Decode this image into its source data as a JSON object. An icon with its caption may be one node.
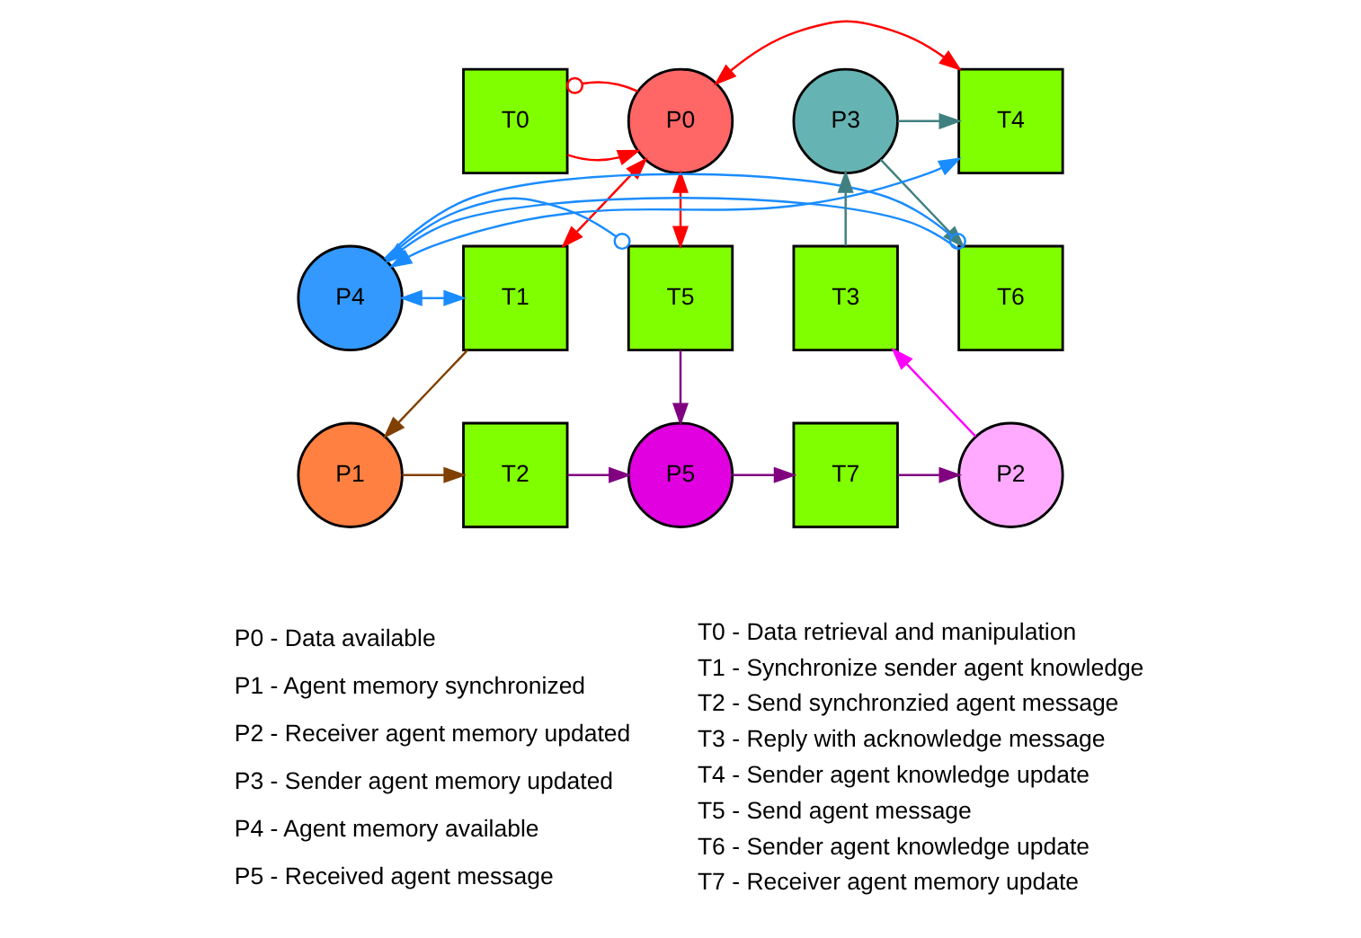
{
  "diagram": {
    "nodes": [
      {
        "text": [
          "T0"
        ]
      },
      {
        "text": [
          "P0"
        ]
      },
      {
        "text": [
          "T4"
        ]
      },
      {
        "text": [
          "P3"
        ]
      },
      {
        "text": [
          "P4"
        ]
      },
      {
        "text": [
          "T1"
        ]
      },
      {
        "text": [
          "T5"
        ]
      },
      {
        "text": [
          "T6"
        ]
      },
      {
        "text": [
          "T3"
        ]
      },
      {
        "text": [
          "P1"
        ]
      },
      {
        "text": [
          "T2"
        ]
      },
      {
        "text": [
          "P5"
        ]
      },
      {
        "text": [
          "T7"
        ]
      },
      {
        "text": [
          "P2"
        ]
      }
    ],
    "edges": [
      {
        "from": 0,
        "to": 1,
        "arrow": "to",
        "color": "#ff0000"
      },
      {
        "from": 1,
        "to": 0,
        "arrow": "other",
        "color": "#ff0000"
      },
      {
        "from": 1,
        "to": 2,
        "arrow": "both",
        "color": "#ff0000"
      },
      {
        "from": 1,
        "to": 6,
        "arrow": "both",
        "color": "#ff0000"
      },
      {
        "from": 1,
        "to": 5,
        "arrow": "both",
        "color": "#ff0000"
      },
      {
        "from": 3,
        "to": 2,
        "arrow": "to",
        "color": "#408080"
      },
      {
        "from": 3,
        "to": 7,
        "arrow": "to",
        "color": "#408080"
      },
      {
        "from": 8,
        "to": 3,
        "arrow": "to",
        "color": "#408080"
      },
      {
        "from": 4,
        "to": 5,
        "arrow": "both",
        "color": "#1a8cff"
      },
      {
        "from": 4,
        "to": 6,
        "arrow": "other",
        "color": "#1a8cff"
      },
      {
        "from": 4,
        "to": 2,
        "arrow": "both",
        "color": "#1a8cff"
      },
      {
        "from": 7,
        "to": 4,
        "arrow": "to",
        "color": "#1a8cff"
      },
      {
        "from": 4,
        "to": 7,
        "arrow": "other",
        "color": "#1a8cff"
      },
      {
        "from": 5,
        "to": 9,
        "arrow": "to",
        "color": "#804000"
      },
      {
        "from": 6,
        "to": 11,
        "arrow": "to",
        "color": "#800080"
      },
      {
        "from": 9,
        "to": 10,
        "arrow": "to",
        "color": "#804000"
      },
      {
        "from": 10,
        "to": 11,
        "arrow": "to",
        "color": "#800080"
      },
      {
        "from": 11,
        "to": 12,
        "arrow": "to",
        "color": "#800080"
      },
      {
        "from": 12,
        "to": 13,
        "arrow": "to",
        "color": "#800080"
      },
      {
        "from": 13,
        "to": 8,
        "arrow": "to",
        "color": "#ff00ff"
      }
    ],
    "labels": [
      "P0 - Data available",
      "P1 - Agent memory synchronized",
      "P2 - Receiver agent memory updated",
      "P3 - Sender agent memory updated",
      "P4 - Agent memory available",
      "P5 - Received agent message",
      "T0 - Data retrieval and manipulation",
      "T1 - Synchronize sender agent knowledge",
      "T2 - Send synchronzied agent message",
      "T3 - Reply with acknowledge message",
      "T4 - Sender agent knowledge update",
      "T5 - Send agent message",
      "T6 - Sender agent knowledge update",
      "T7 - Receiver agent memory update"
    ]
  }
}
